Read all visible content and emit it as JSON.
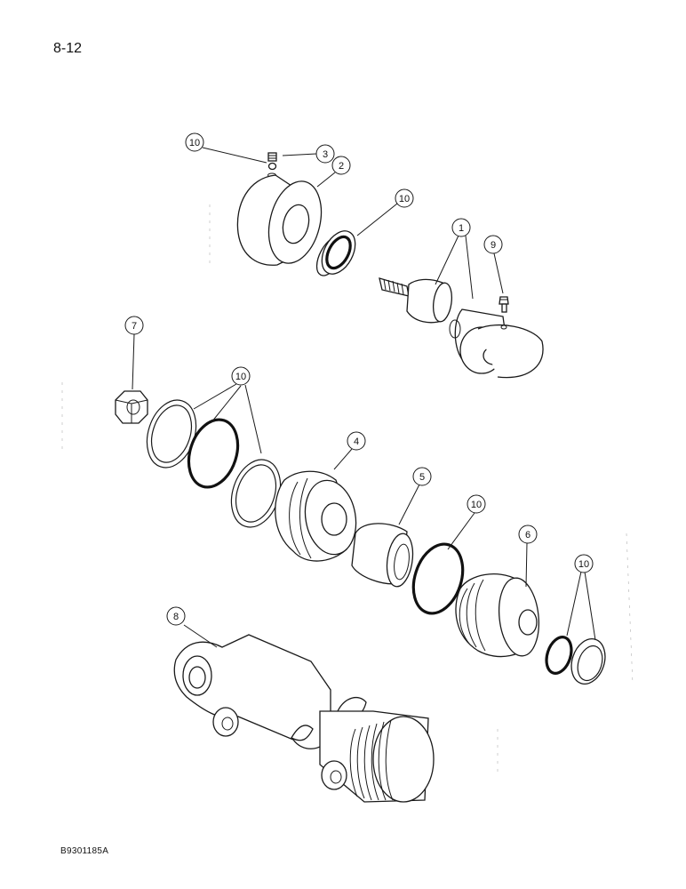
{
  "page": {
    "number": "8-12",
    "drawing_code": "B9301185A"
  },
  "callouts": [
    {
      "id": "c10a",
      "label": "10"
    },
    {
      "id": "c3",
      "label": "3"
    },
    {
      "id": "c2",
      "label": "2"
    },
    {
      "id": "c10b",
      "label": "10"
    },
    {
      "id": "c1",
      "label": "1"
    },
    {
      "id": "c9",
      "label": "9"
    },
    {
      "id": "c7",
      "label": "7"
    },
    {
      "id": "c10c",
      "label": "10"
    },
    {
      "id": "c4",
      "label": "4"
    },
    {
      "id": "c5",
      "label": "5"
    },
    {
      "id": "c10d",
      "label": "10"
    },
    {
      "id": "c6",
      "label": "6"
    },
    {
      "id": "c10e",
      "label": "10"
    },
    {
      "id": "c8",
      "label": "8"
    }
  ]
}
